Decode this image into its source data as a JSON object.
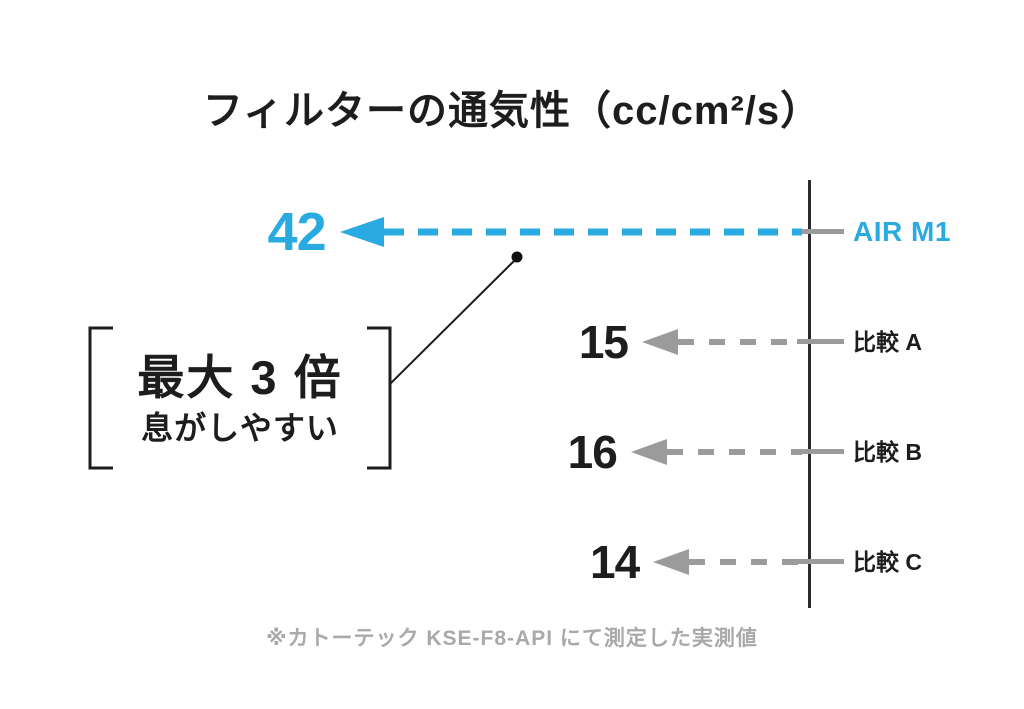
{
  "title": "フィルターの通気性（cc/cm²/s）",
  "chart_data": {
    "type": "bar",
    "subtype": "horizontal-dashed-arrow-comparison",
    "title": "フィルターの通気性（cc/cm²/s）",
    "unit": "cc/cm²/s",
    "categories": [
      "AIR M1",
      "比較 A",
      "比較 B",
      "比較 C"
    ],
    "values": [
      42,
      15,
      16,
      14
    ],
    "highlight_category": "AIR M1",
    "accent_color": "#29ABE2",
    "comparison_color": "#9B9B9B",
    "axis": {
      "baseline": "right-vertical",
      "value_min": 0,
      "value_max": 42,
      "grid": false,
      "legend": "none"
    }
  },
  "callout": {
    "line1": "最大 3 倍",
    "line2": "息がしやすい"
  },
  "footnote": "※カトーテック KSE-F8-API にて測定した実測値",
  "colors": {
    "accent": "#29ABE2",
    "muted_gray": "#9B9B9B",
    "axis_black": "#2B2B2B",
    "footnote_gray": "#A9A9A9",
    "background": "#FFFFFF"
  }
}
